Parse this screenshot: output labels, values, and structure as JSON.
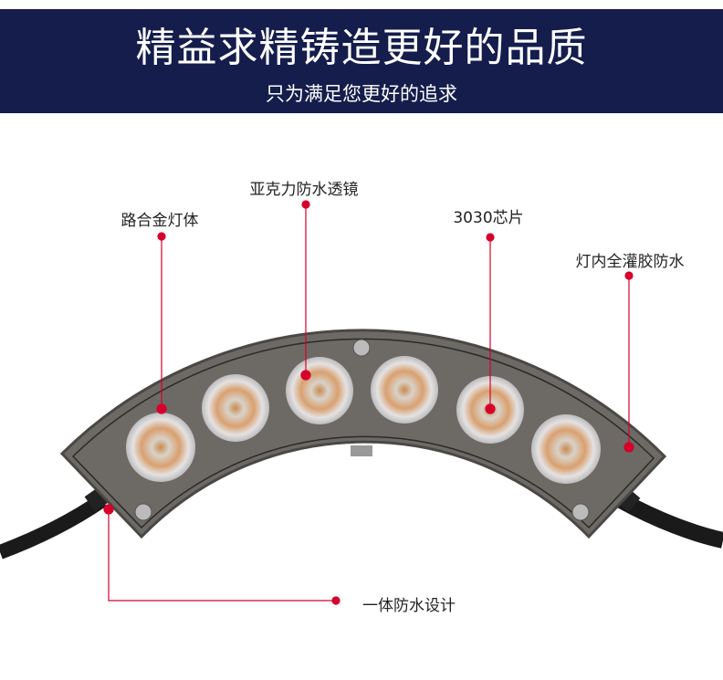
{
  "header": {
    "title": "精益求精铸造更好的品质",
    "subtitle": "只为满足您更好的追求"
  },
  "callouts": [
    {
      "label": "路合金灯体"
    },
    {
      "label": "亚克力防水透镜"
    },
    {
      "label": "3030芯片"
    },
    {
      "label": "灯内全灌胶防水"
    },
    {
      "label": "一体防水设计"
    }
  ],
  "colors": {
    "banner": "#141d4b",
    "accent": "#d6002a",
    "housing": "#6d6a66"
  }
}
